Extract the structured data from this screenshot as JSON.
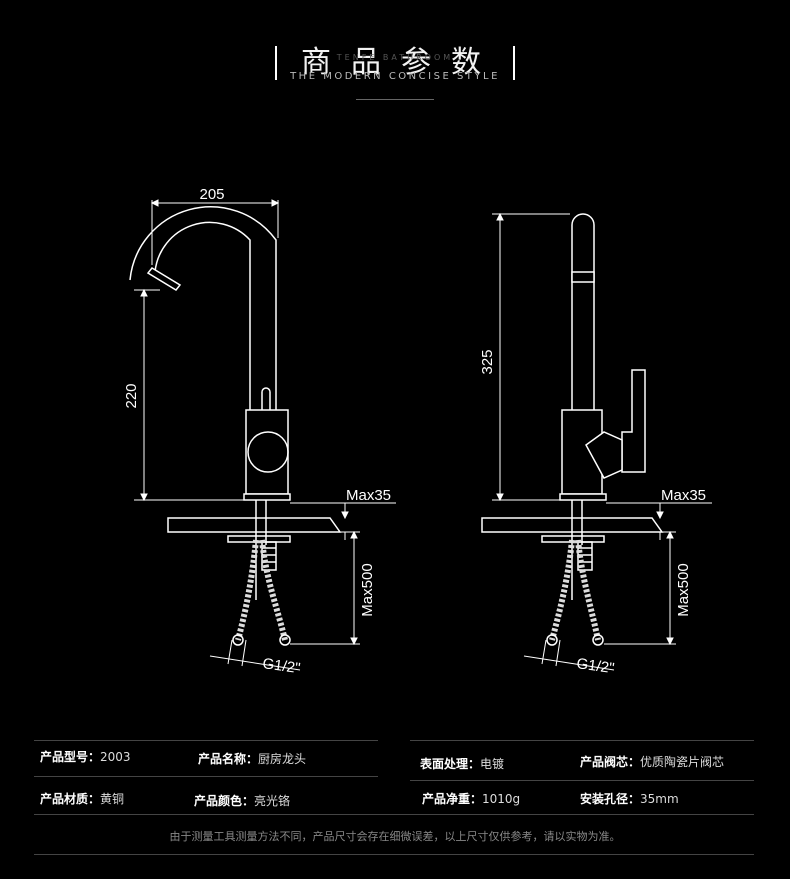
{
  "header": {
    "title": "商品参数",
    "subtitle_small": "TENFE BATHROOM",
    "subtitle": "THE MODERN CONCISE STYLE"
  },
  "diagram": {
    "left": {
      "width_label": "205",
      "height_label": "220",
      "deck_label": "Max35",
      "hose_label": "Max500",
      "thread_label": "G1/2\""
    },
    "right": {
      "height_label": "325",
      "deck_label": "Max35",
      "hose_label": "Max500",
      "thread_label": "G1/2\""
    }
  },
  "specs": [
    {
      "key": "产品型号：",
      "value": "2003"
    },
    {
      "key": "产品名称：",
      "value": "厨房龙头"
    },
    {
      "key": "表面处理：",
      "value": "电镀"
    },
    {
      "key": "产品阀芯：",
      "value": "优质陶瓷片阀芯"
    },
    {
      "key": "产品材质：",
      "value": "黄铜"
    },
    {
      "key": "产品颜色：",
      "value": "亮光铬"
    },
    {
      "key": "产品净重：",
      "value": "1010g"
    },
    {
      "key": "安装孔径：",
      "value": "35mm"
    }
  ],
  "note": "由于测量工具测量方法不同，产品尺寸会存在细微误差，以上尺寸仅供参考，请以实物为准。"
}
